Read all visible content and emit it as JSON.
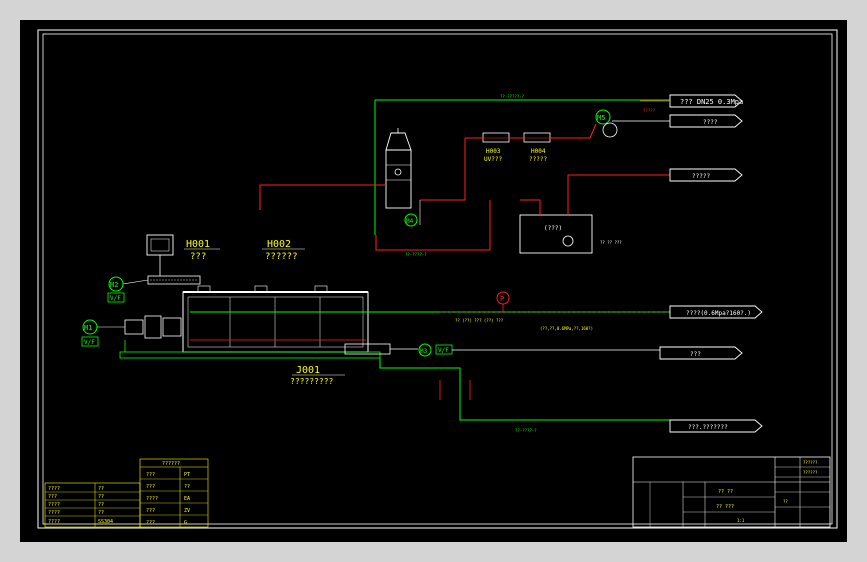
{
  "colors": {
    "background": "#000000",
    "frame": "#ffffff",
    "text": "#ffff00",
    "pipe_red": "#ff2020",
    "pipe_green": "#00ff00",
    "outer_bg": "#d4d4d4"
  },
  "equipment": {
    "h001_tag": "H001",
    "h001_name": "???",
    "h002_tag": "H002",
    "h002_name": "??????",
    "j001_tag": "J001",
    "j001_name": "?????????",
    "h003_tag": "H003",
    "h003_name": "UV???",
    "h004_tag": "H004",
    "h004_name": "?????",
    "tank_label": "(???)"
  },
  "motors": {
    "m1": "M1",
    "m2": "M2",
    "m3": "M3",
    "m4": "M4",
    "m5": "M5",
    "pressure": "P",
    "vf1": "V/F",
    "vf2": "V/F",
    "vf3": "V/F"
  },
  "arrows": {
    "a1": "??? DN25 0.3Mpa",
    "a2": "????",
    "a3": "?????",
    "a4": "????(0.6Mpa?160?.)",
    "a5": "???",
    "a6": "???.???????"
  },
  "notes": {
    "top_pipe": "??-?????-?",
    "red_label": "?????",
    "steam_line": "?? (??) ??? (??) ???",
    "steam_param": "(??,??,0.6MPa,??,160?)",
    "drain": "??-????-?",
    "tank_side": "?? ?? ???",
    "bottom_pipe": "??-????-?"
  },
  "legend": {
    "title": "??????",
    "rows": [
      {
        "sym": "???",
        "code": "PT"
      },
      {
        "sym": "???",
        "code": "??"
      },
      {
        "sym": "????",
        "code": "EA"
      },
      {
        "sym": "???",
        "code": "ZV"
      },
      {
        "sym": "???",
        "code": "G"
      }
    ],
    "left_rows": [
      {
        "name": "????",
        "code": "??"
      },
      {
        "name": "???",
        "code": "??"
      },
      {
        "name": "????",
        "code": "??"
      },
      {
        "name": "????",
        "code": "??"
      },
      {
        "name": "????",
        "code": "SS304"
      }
    ]
  },
  "titleblock": {
    "project": "?? ??",
    "drawing": "?? ???",
    "scale": "1:1",
    "sheet": "??",
    "code1": "??????",
    "code2": "??????"
  }
}
